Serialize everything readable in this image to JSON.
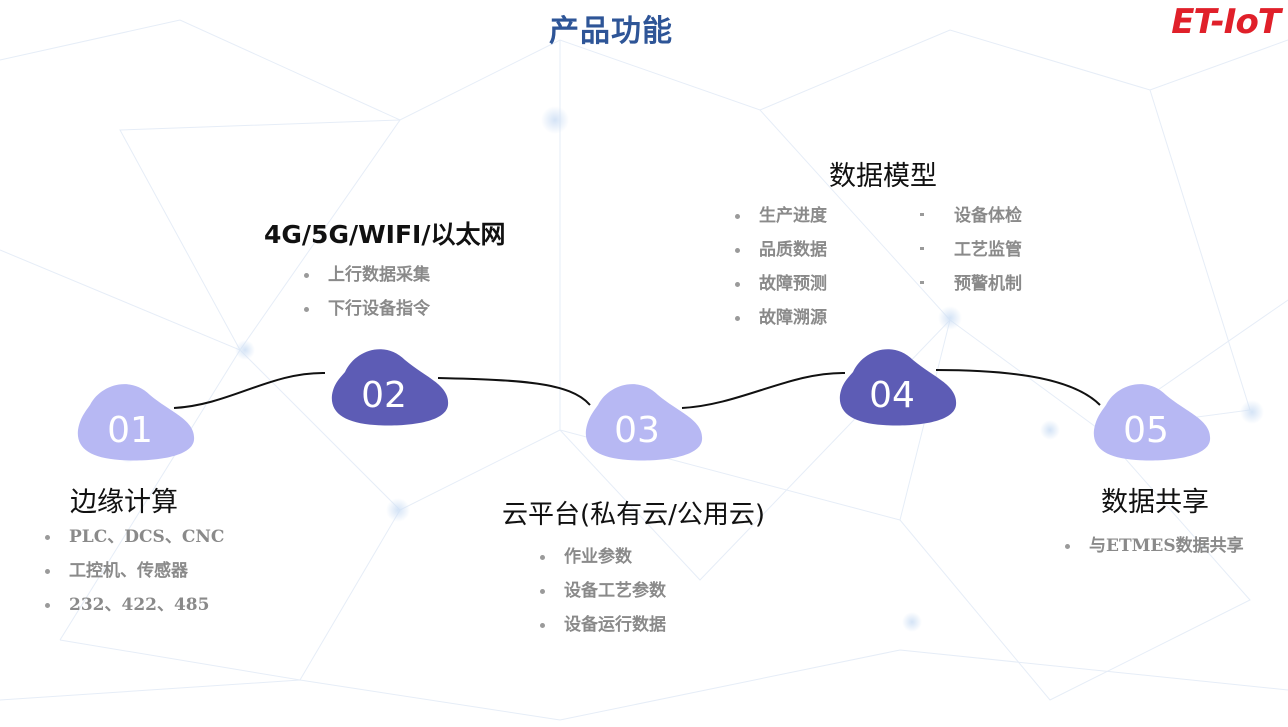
{
  "page": {
    "title": "产品功能",
    "logo": "ET-IoT"
  },
  "colors": {
    "title": "#2e5597",
    "logo": "#e0202a",
    "blob_light": "#b7b8f3",
    "blob_dark": "#5d5cb5",
    "bullet_text": "#8a8a8a"
  },
  "steps": [
    {
      "number": "01",
      "heading": "边缘计算",
      "items": [
        "PLC、DCS、CNC",
        "工控机、传感器",
        "232、422、485"
      ]
    },
    {
      "number": "02",
      "heading": "4G/5G/WIFI/以太网",
      "items": [
        "上行数据采集",
        "下行设备指令"
      ]
    },
    {
      "number": "03",
      "heading": "云平台(私有云/公用云)",
      "items": [
        "作业参数",
        "设备工艺参数",
        "设备运行数据"
      ]
    },
    {
      "number": "04",
      "heading": "数据模型",
      "items_left": [
        "生产进度",
        "品质数据",
        "故障预测",
        "故障溯源"
      ],
      "items_right": [
        "设备体检",
        "工艺监管",
        "预警机制"
      ]
    },
    {
      "number": "05",
      "heading": "数据共享",
      "items": [
        "与ETMES数据共享"
      ]
    }
  ]
}
